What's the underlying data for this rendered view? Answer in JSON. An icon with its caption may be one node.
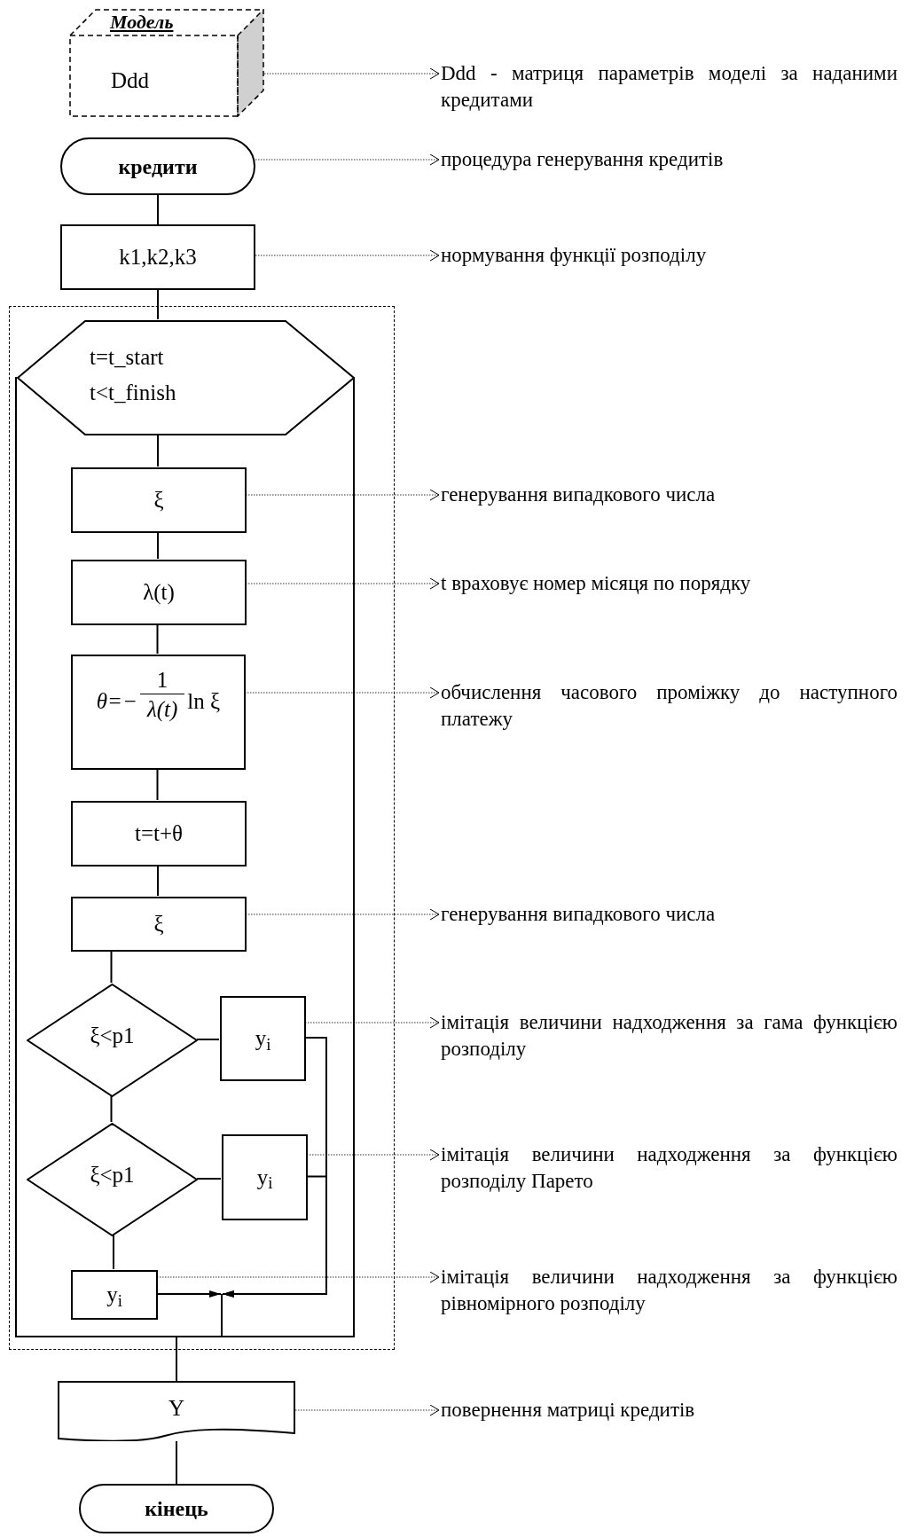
{
  "diagram": {
    "nodes": [
      {
        "text": [
          "Модель",
          "Ddd"
        ]
      },
      {
        "text": [
          "Ddd - матриця параметрів моделі за наданими кредитами"
        ]
      },
      {
        "text": [
          "кредити"
        ]
      },
      {
        "text": [
          "процедура генерування кредитів"
        ]
      },
      {
        "text": [
          "k1,k2,k3"
        ]
      },
      {
        "text": [
          "нормування функції розподілу"
        ]
      },
      {
        "text": [],
        "shape": "box"
      },
      {
        "text": [
          "t=t_start",
          "t<t_finish"
        ],
        "in": 6
      },
      {
        "text": [
          "ξ"
        ],
        "in": 6
      },
      {
        "text": [
          "генерування випадкового числа"
        ]
      },
      {
        "text": [
          "λ(t)"
        ],
        "in": 6
      },
      {
        "text": [
          "t враховує номер місяця по порядку"
        ]
      },
      {
        "text": [
          "θ=−",
          "1",
          "λ(t)",
          "ln ξ"
        ],
        "in": 6
      },
      {
        "text": [
          "обчислення часового проміжку до наступного платежу"
        ]
      },
      {
        "text": [
          "t=t+θ"
        ],
        "in": 6
      },
      {
        "text": [
          "ξ"
        ],
        "in": 6
      },
      {
        "text": [
          "генерування випадкового числа"
        ]
      },
      {
        "text": [
          "ξ<p1"
        ],
        "in": 6
      },
      {
        "text": [
          "y$_{i}$"
        ],
        "in": 6
      },
      {
        "text": [
          "імітація величини надходження за гама функцією розподілу"
        ]
      },
      {
        "text": [
          "ξ<p1"
        ],
        "in": 6
      },
      {
        "text": [
          "y$_{i}$"
        ],
        "in": 6
      },
      {
        "text": [
          "імітація величини надходження за функцією розподілу Парето"
        ]
      },
      {
        "text": [
          "y$_{i}$"
        ],
        "in": 6
      },
      {
        "text": [
          "імітація величини надходження за функцією рівномірного розподілу"
        ]
      },
      {
        "text": [
          "Y"
        ]
      },
      {
        "text": [
          "повернення матриці кредитів"
        ]
      },
      {
        "text": [
          "кінець"
        ]
      }
    ],
    "edges": [
      {
        "from": 0,
        "to": 1,
        "arrow": "to",
        "style": "dashed"
      },
      {
        "from": 2,
        "to": 3,
        "arrow": "to",
        "style": "dashed"
      },
      {
        "from": 4,
        "to": 5,
        "arrow": "to",
        "style": "dashed"
      },
      {
        "from": 8,
        "to": 9,
        "arrow": "to",
        "style": "dashed"
      },
      {
        "from": 10,
        "to": 11,
        "arrow": "to",
        "style": "dashed"
      },
      {
        "from": 12,
        "to": 13,
        "arrow": "to",
        "style": "dashed"
      },
      {
        "from": 15,
        "to": 16,
        "arrow": "to",
        "style": "dashed"
      },
      {
        "from": 18,
        "to": 19,
        "arrow": "to",
        "style": "dashed"
      },
      {
        "from": 21,
        "to": 22,
        "arrow": "to",
        "style": "dashed"
      },
      {
        "from": 23,
        "to": 24,
        "arrow": "to",
        "style": "dashed"
      },
      {
        "from": 25,
        "to": 26,
        "arrow": "to",
        "style": "dashed"
      },
      {
        "from": 2,
        "to": 4,
        "arrow": "none"
      },
      {
        "from": 4,
        "to": 7,
        "arrow": "none"
      },
      {
        "from": 7,
        "to": 8,
        "arrow": "none"
      },
      {
        "from": 8,
        "to": 10,
        "arrow": "none"
      },
      {
        "from": 10,
        "to": 12,
        "arrow": "none"
      },
      {
        "from": 12,
        "to": 14,
        "arrow": "none"
      },
      {
        "from": 14,
        "to": 15,
        "arrow": "none"
      },
      {
        "from": 15,
        "to": 17,
        "arrow": "none"
      },
      {
        "from": 17,
        "to": 18,
        "arrow": "none"
      },
      {
        "from": 17,
        "to": 20,
        "arrow": "none"
      },
      {
        "from": 20,
        "to": 21,
        "arrow": "none"
      },
      {
        "from": 20,
        "to": 23,
        "arrow": "none"
      },
      {
        "from": 18,
        "to": null,
        "arrow": "to"
      },
      {
        "from": 21,
        "to": null,
        "arrow": "to"
      },
      {
        "from": 23,
        "to": null,
        "arrow": "to"
      },
      {
        "from": null,
        "to": 7,
        "arrow": "none"
      },
      {
        "from": 7,
        "to": 25,
        "arrow": "none"
      },
      {
        "from": 25,
        "to": 27,
        "arrow": "none"
      }
    ]
  }
}
